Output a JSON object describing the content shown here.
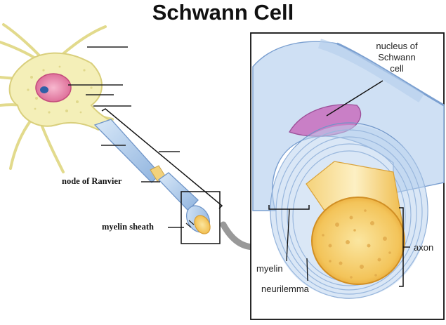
{
  "title": "Schwann Cell",
  "labels": {
    "node_of_ranvier": "node of Ranvier",
    "myelin_sheath": "myelin sheath",
    "nucleus_line1": "nucleus of",
    "nucleus_line2": "Schwann",
    "nucleus_line3": "cell",
    "axon": "axon",
    "myelin": "myelin",
    "neurilemma": "neurilemma"
  },
  "colors": {
    "cell_body": "#f3eeb5",
    "cell_outline": "#d8cf7a",
    "nucleus": "#e58fb0",
    "nucleolus": "#3b6fb0",
    "sheath": "#a9c7e8",
    "axon_core": "#f6c75a"
  }
}
